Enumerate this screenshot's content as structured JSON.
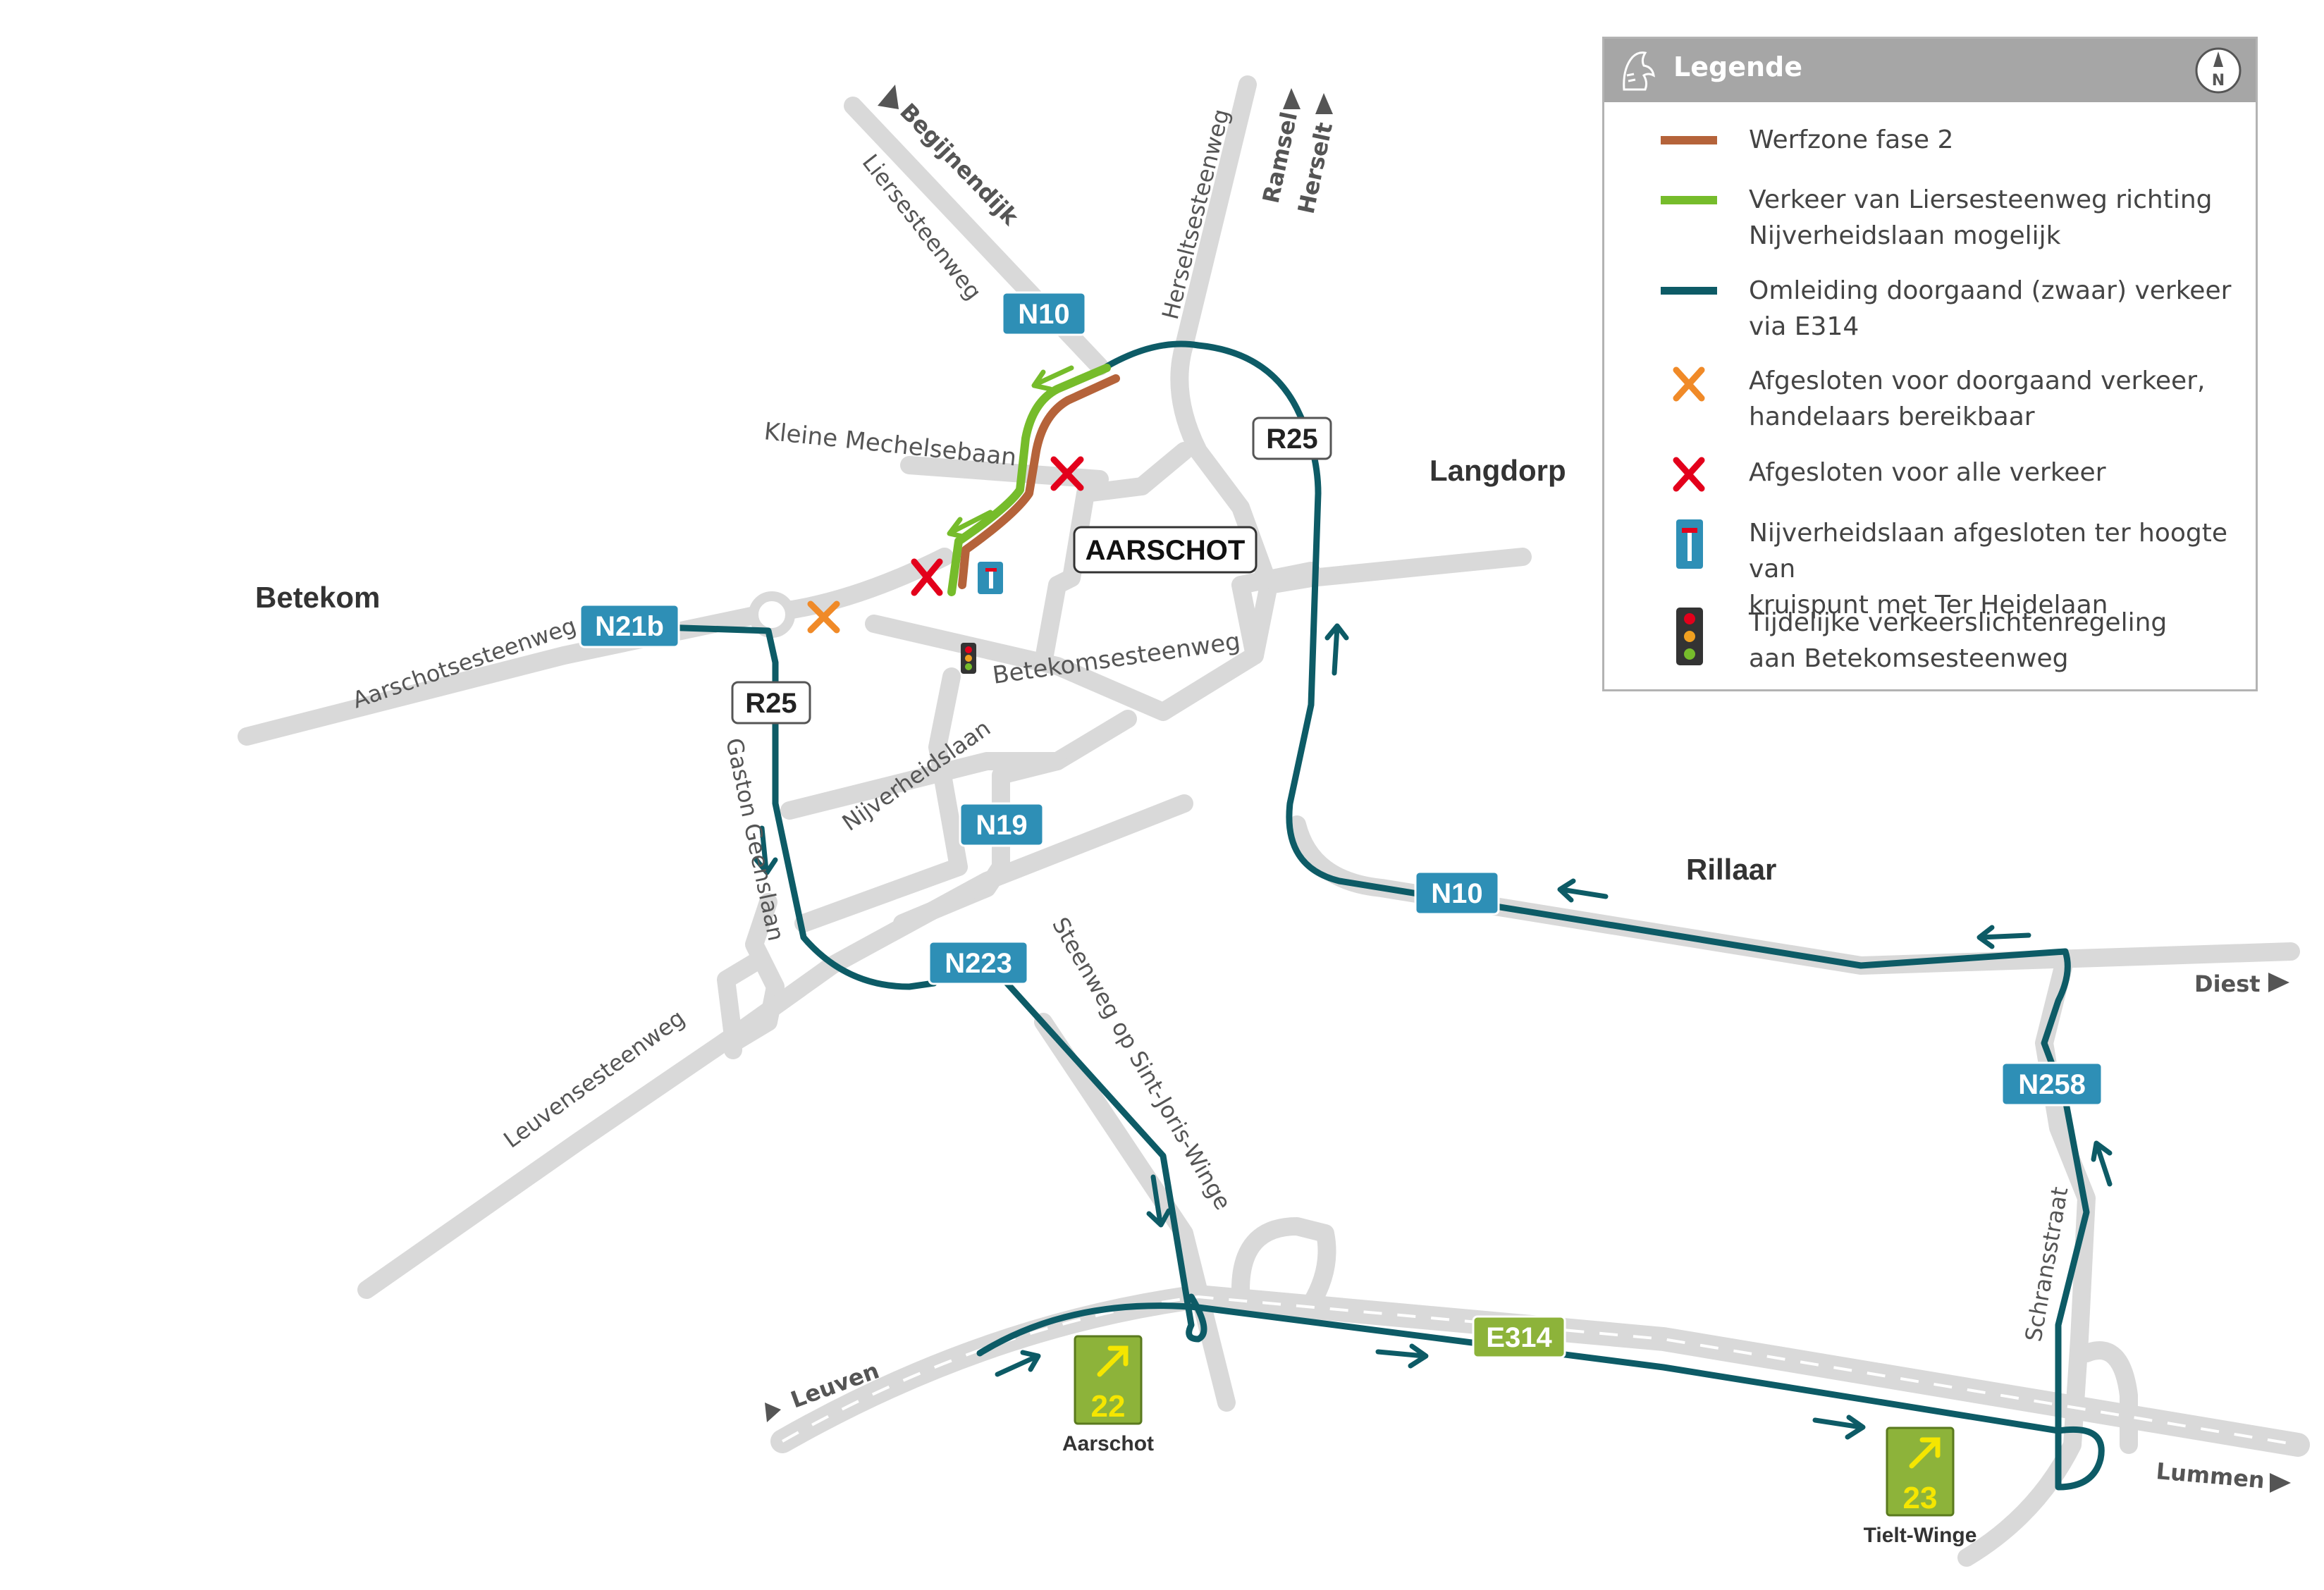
{
  "colors": {
    "road": "#d9d9d9",
    "detour": "#0d5b66",
    "worksite": "#b5633a",
    "green_route": "#76bc2b",
    "shield_blue": "#2e8fb6",
    "exit_green": "#8db33a",
    "cross_orange": "#f08a28",
    "cross_red": "#e3001b"
  },
  "towns": {
    "betekom": "Betekom",
    "aarschot": "AARSCHOT",
    "langdorp": "Langdorp",
    "rillaar": "Rillaar"
  },
  "streets": {
    "begijnendijk": "Begijnendijk",
    "liersesteenweg": "Liersesteenweg",
    "herseltsesteenweg": "Herseltsesteenweg",
    "ramsel": "Ramsel",
    "herselt": "Herselt",
    "kleine_mechelsebaan": "Kleine Mechelsebaan",
    "aarschotsesteenweg": "Aarschotsesteenweg",
    "betekomsesteenweg": "Betekomsesteenweg",
    "nijverheidslaan": "Nijverheidslaan",
    "gaston_geenslaan": "Gaston Geenslaan",
    "leuvensesteenweg": "Leuvensesteenweg",
    "steenweg_sint_joris": "Steenweg op Sint-Joris-Winge",
    "schransstraat": "Schransstraat",
    "diest": "Diest",
    "leuven": "Leuven",
    "lummen": "Lummen"
  },
  "shields": {
    "n10_top": "N10",
    "r25_top": "R25",
    "n21b": "N21b",
    "r25_left": "R25",
    "n19": "N19",
    "n223": "N223",
    "n10_right": "N10",
    "n258": "N258",
    "e314": "E314"
  },
  "exits": {
    "exit22": {
      "number": "22",
      "label": "Aarschot"
    },
    "exit23": {
      "number": "23",
      "label": "Tielt-Winge"
    }
  },
  "legend": {
    "title": "Legende",
    "north_letter": "N",
    "items": [
      {
        "symbol": "brown-line",
        "lines": [
          "Werfzone fase 2"
        ]
      },
      {
        "symbol": "green-line",
        "lines": [
          "Verkeer van Liersesteenweg richting",
          "Nijverheidslaan mogelijk"
        ]
      },
      {
        "symbol": "teal-line",
        "lines": [
          "Omleiding doorgaand (zwaar) verkeer",
          "via E314"
        ]
      },
      {
        "symbol": "orange-cross",
        "lines": [
          "Afgesloten voor doorgaand verkeer,",
          "handelaars bereikbaar"
        ]
      },
      {
        "symbol": "red-cross",
        "lines": [
          "Afgesloten voor alle verkeer"
        ]
      },
      {
        "symbol": "closed-road-sign",
        "lines": [
          "Nijverheidslaan afgesloten ter hoogte van",
          "kruispunt met Ter Heidelaan"
        ]
      },
      {
        "symbol": "traffic-light",
        "lines": [
          "Tijdelijke verkeerslichtenregeling",
          "aan Betekomsesteenweg"
        ]
      }
    ]
  }
}
